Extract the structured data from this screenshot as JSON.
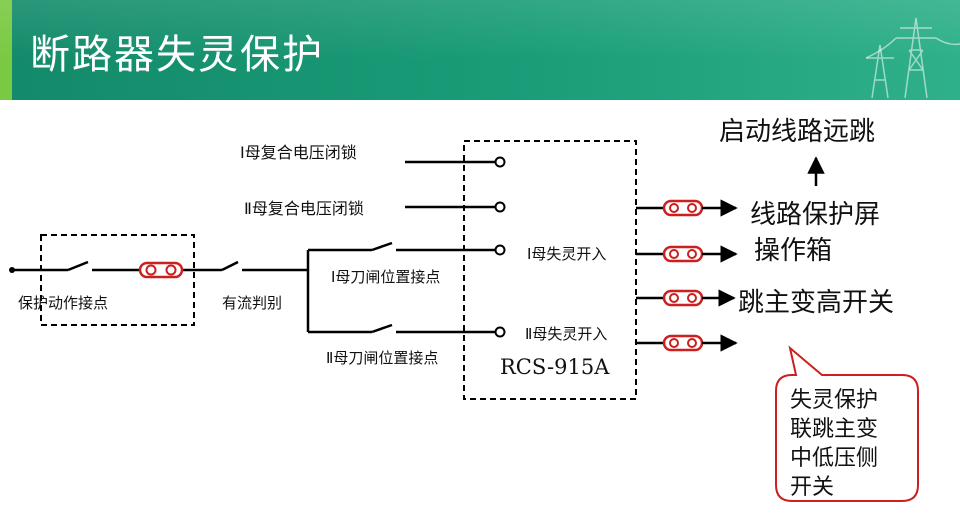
{
  "slide": {
    "title": "断路器失灵保护"
  },
  "diagram": {
    "inputs": {
      "bus1_voltage_lock": "Ⅰ母复合电压闭锁",
      "bus2_voltage_lock": "Ⅱ母复合电压闭锁"
    },
    "contacts": {
      "protection_action": "保护动作接点",
      "current_check": "有流判别",
      "bus1_disconnector": "Ⅰ母刀闸位置接点",
      "bus2_disconnector": "Ⅱ母刀闸位置接点"
    },
    "device": {
      "name": "RCS-915A",
      "bus1_input": "Ⅰ母失灵开入",
      "bus2_input": "Ⅱ母失灵开入"
    },
    "outputs": {
      "remote_trip": "启动线路远跳",
      "line_panel_line1": "线路保护屏",
      "line_panel_line2": "操作箱",
      "trip_main_hv": "跳主变高开关"
    },
    "callout": [
      "失灵保护",
      "联跳主变",
      "中低压侧",
      "开关"
    ],
    "colors": {
      "header": "#1a9d78",
      "accent_bar": "#7ac943",
      "output_link": "#cc1f1f",
      "callout_border": "#cc1f1f"
    }
  }
}
